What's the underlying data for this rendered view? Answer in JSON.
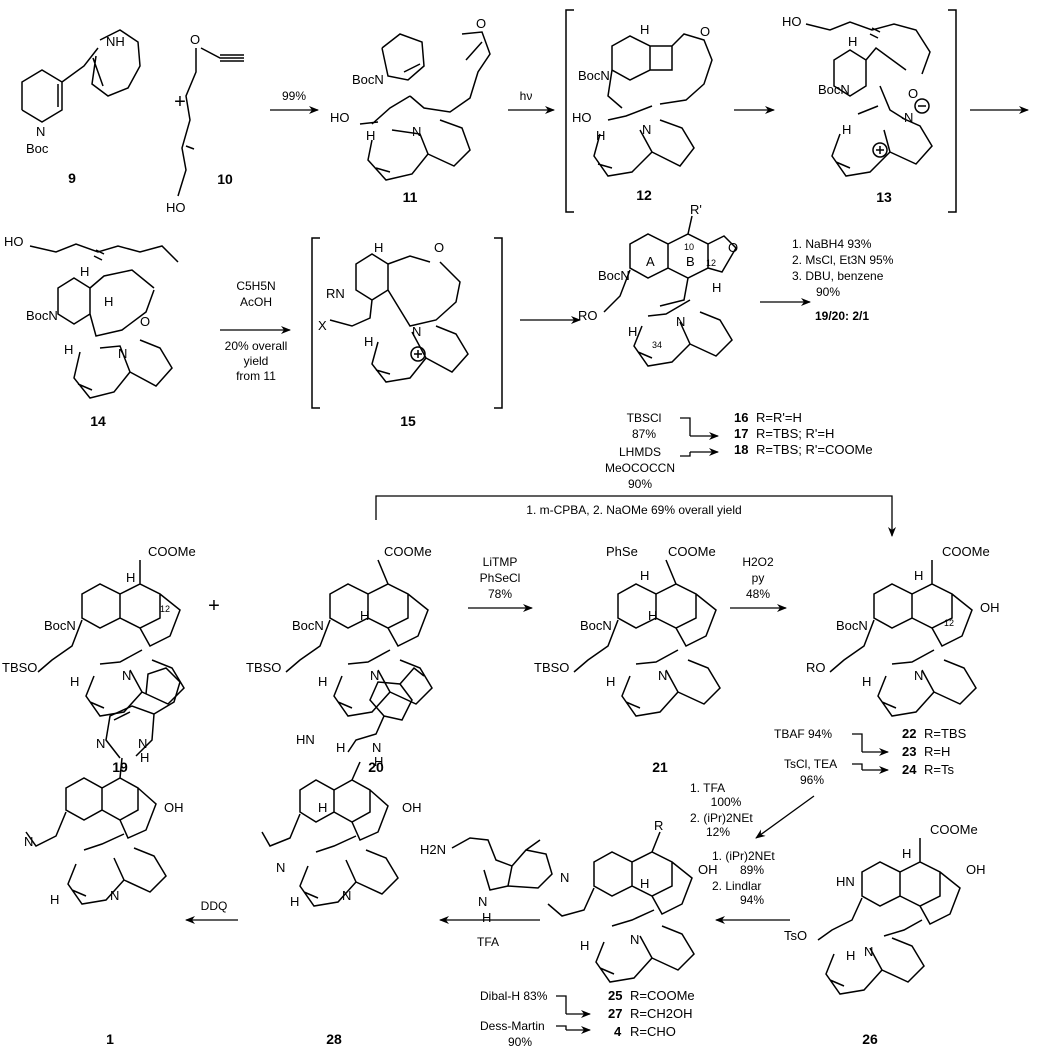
{
  "compounds": {
    "c9": {
      "label": "9",
      "atoms": [
        "NH",
        "N",
        "Boc"
      ]
    },
    "c10": {
      "label": "10",
      "atoms": [
        "O",
        "HO"
      ]
    },
    "c11": {
      "label": "11",
      "atoms": [
        "O",
        "BocN",
        "HO",
        "H",
        "N"
      ]
    },
    "c12": {
      "label": "12",
      "atoms": [
        "H",
        "O",
        "BocN",
        "HO",
        "H",
        "N"
      ]
    },
    "c13": {
      "label": "13",
      "atoms": [
        "HO",
        "H",
        "O",
        "BocN",
        "N",
        "H"
      ]
    },
    "c14": {
      "label": "14",
      "atoms": [
        "HO",
        "H",
        "BocN",
        "H",
        "O",
        "H",
        "N"
      ]
    },
    "c15": {
      "label": "15",
      "atoms": [
        "H",
        "O",
        "RN",
        "X",
        "N",
        "H"
      ]
    },
    "c16": {
      "label": "16",
      "desc": "R=R'=H",
      "atoms": [
        "R'",
        "O",
        "BocN",
        "A",
        "B",
        "10",
        "12",
        "H",
        "RO",
        "H",
        "N",
        "34"
      ]
    },
    "c17": {
      "label": "17",
      "desc": "R=TBS; R'=H"
    },
    "c18": {
      "label": "18",
      "desc": "R=TBS; R'=COOMe"
    },
    "c19": {
      "label": "19",
      "atoms": [
        "COOMe",
        "BocN",
        "H",
        "12",
        "TBSO",
        "H",
        "N"
      ]
    },
    "c20": {
      "label": "20",
      "atoms": [
        "COOMe",
        "BocN",
        "H",
        "TBSO",
        "H",
        "N"
      ]
    },
    "c21": {
      "label": "21",
      "atoms": [
        "PhSe",
        "COOMe",
        "H",
        "BocN",
        "H",
        "TBSO",
        "H",
        "N"
      ]
    },
    "c22": {
      "label": "22",
      "desc": "R=TBS",
      "atoms": [
        "COOMe",
        "BocN",
        "H",
        "12",
        "OH",
        "RO",
        "H",
        "N"
      ]
    },
    "c23": {
      "label": "23",
      "desc": "R=H"
    },
    "c24": {
      "label": "24",
      "desc": "R=Ts"
    },
    "c26": {
      "label": "26",
      "atoms": [
        "COOMe",
        "HN",
        "H",
        "OH",
        "TsO",
        "H",
        "N"
      ]
    },
    "c25": {
      "label": "25",
      "desc": "R=COOMe",
      "atoms": [
        "R",
        "N",
        "H",
        "OH",
        "H",
        "N"
      ]
    },
    "c27": {
      "label": "27",
      "desc": "R=CH2OH"
    },
    "c4": {
      "label": "4",
      "desc": "R=CHO"
    },
    "c28": {
      "label": "28",
      "atoms": [
        "HN",
        "H",
        "N",
        "H",
        "H",
        "OH",
        "N",
        "H",
        "N"
      ]
    },
    "c1": {
      "label": "1",
      "atoms": [
        "N",
        "N",
        "H",
        "N",
        "OH",
        "H",
        "N"
      ]
    },
    "tryptamine": {
      "atoms": [
        "H2N",
        "N",
        "H"
      ]
    }
  },
  "reactions": {
    "r_9_11": {
      "below": [],
      "above": [
        "99%"
      ]
    },
    "r_11_12": {
      "above": [
        "hν"
      ]
    },
    "r_14_15": {
      "above": [
        "C5H5N",
        "AcOH"
      ],
      "below": [
        "20% overall",
        "yield",
        "from 11"
      ]
    },
    "r_16_19": {
      "lines": [
        "1. NaBH4 93%",
        "2. MsCl, Et3N 95%",
        "3. DBU, benzene",
        "90%"
      ],
      "ratio": "19/20: 2/1"
    },
    "r_16_17": {
      "reagent": "TBSCl",
      "yield": "87%"
    },
    "r_17_18": {
      "reagent": "LHMDS",
      "reagent2": "MeOCOCCN",
      "yield": "90%"
    },
    "r_20_22": {
      "label": "1. m-CPBA, 2. NaOMe  69% overall yield"
    },
    "r_20_21": {
      "lines": [
        "LiTMP",
        "PhSeCl",
        "78%"
      ]
    },
    "r_21_22": {
      "lines": [
        "H2O2",
        "py",
        "48%"
      ]
    },
    "r_22_23": {
      "reagent": "TBAF 94%"
    },
    "r_23_24": {
      "reagent": "TsCl, TEA",
      "yield": "96%"
    },
    "r_24_26": {
      "lines": [
        "1. TFA",
        "100%",
        "2. (iPr)2NEt",
        "12%"
      ]
    },
    "r_26_25": {
      "lines": [
        "1. (iPr)2NEt",
        "89%",
        "2. Lindlar",
        "94%"
      ]
    },
    "r_25_27": {
      "reagent": "Dibal-H 83%"
    },
    "r_27_4": {
      "reagent": "Dess-Martin",
      "yield": "90%"
    },
    "r_4_28": {
      "below": "TFA"
    },
    "r_28_1": {
      "above": "DDQ"
    }
  },
  "plus_signs": [
    "+",
    "+"
  ]
}
